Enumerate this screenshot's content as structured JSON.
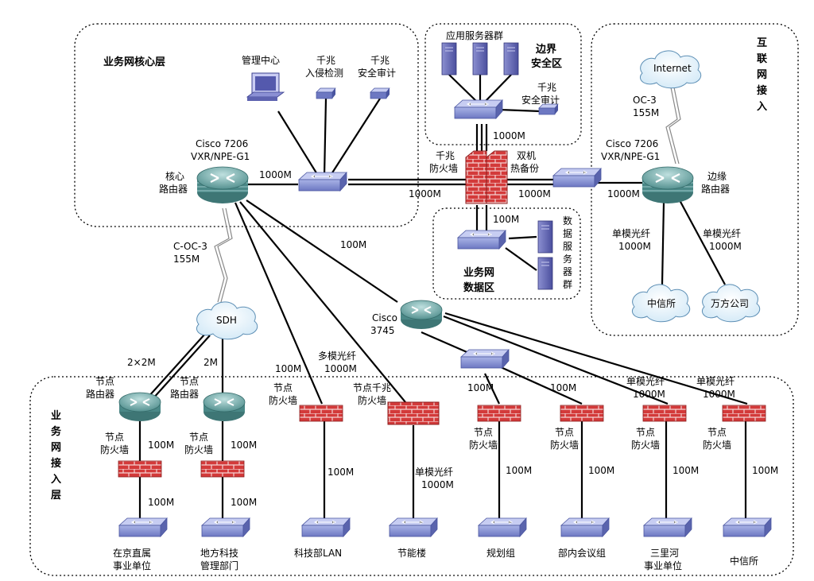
{
  "zones": {
    "core": "业务网核心层",
    "border": "边界安全区",
    "border_l1": "边界",
    "border_l2": "安全区",
    "internet": "互联网接入",
    "internet_chars": [
      "互",
      "联",
      "网",
      "接",
      "入"
    ],
    "data_zone_l1": "业务网",
    "data_zone_l2": "数据区",
    "access_chars": [
      "业",
      "务",
      "网",
      "接",
      "入",
      "层"
    ]
  },
  "core": {
    "mgmt": "管理中心",
    "ids_l1": "千兆",
    "ids_l2": "入侵检测",
    "audit_l1": "千兆",
    "audit_l2": "安全审计",
    "router_model_l1": "Cisco 7206",
    "router_model_l2": "VXR/NPE-G1",
    "router_name_l1": "核心",
    "router_name_l2": "路由器",
    "link_switch": "1000M"
  },
  "border": {
    "servers": "应用服务器群",
    "audit_l1": "千兆",
    "audit_l2": "安全审计",
    "link_down": "1000M"
  },
  "firewall": {
    "l1": "千兆",
    "l2": "防火墙",
    "ha_l1": "双机",
    "ha_l2": "热备份",
    "link_left": "1000M",
    "link_right": "1000M",
    "link_down": "100M"
  },
  "datazone": {
    "servers_chars": [
      "数",
      "据",
      "服",
      "务",
      "器",
      "群"
    ]
  },
  "edge": {
    "router_model_l1": "Cisco 7206",
    "router_model_l2": "VXR/NPE-G1",
    "router_name_l1": "边缘",
    "router_name_l2": "路由器",
    "link_switch": "1000M",
    "internet": "Internet",
    "oc3_l1": "OC-3",
    "oc3_l2": "155M",
    "fiber_l1": "单模光纤",
    "fiber_l2": "1000M",
    "fiber2_l1": "单模光纤",
    "fiber2_l2": "1000M",
    "cloud1": "中信所",
    "cloud2": "万方公司"
  },
  "wan": {
    "coc3_l1": "C-OC-3",
    "coc3_l2": "155M",
    "sdh": "SDH",
    "link_2x2m": "2×2M",
    "link_2m": "2M",
    "link_100m_3745": "100M",
    "link_100m_lan": "100M",
    "multi_l1": "多模光纤",
    "multi_l2": "1000M",
    "cisco3745_l1": "Cisco",
    "cisco3745_l2": "3745",
    "single_a_l1": "单模光纤",
    "single_a_l2": "1000M",
    "single_b_l1": "单模光纤",
    "single_b_l2": "1000M"
  },
  "access": {
    "node_router_l1": "节点",
    "node_router_l2": "路由器",
    "node_fw_l1": "节点",
    "node_fw_l2": "防火墙",
    "node_gfw_l1": "节点千兆",
    "node_gfw_l2": "防火墙",
    "link_100m": "100M",
    "fiber_l1": "单模光纤",
    "fiber_l2": "1000M",
    "sites": [
      {
        "l1": "在京直属",
        "l2": "事业单位"
      },
      {
        "l1": "地方科技",
        "l2": "管理部门"
      },
      {
        "l1": "科技部LAN",
        "l2": ""
      },
      {
        "l1": "节能楼",
        "l2": ""
      },
      {
        "l1": "规划组",
        "l2": ""
      },
      {
        "l1": "部内会议组",
        "l2": ""
      },
      {
        "l1": "三里河",
        "l2": "事业单位"
      },
      {
        "l1": "中信所",
        "l2": ""
      }
    ]
  }
}
